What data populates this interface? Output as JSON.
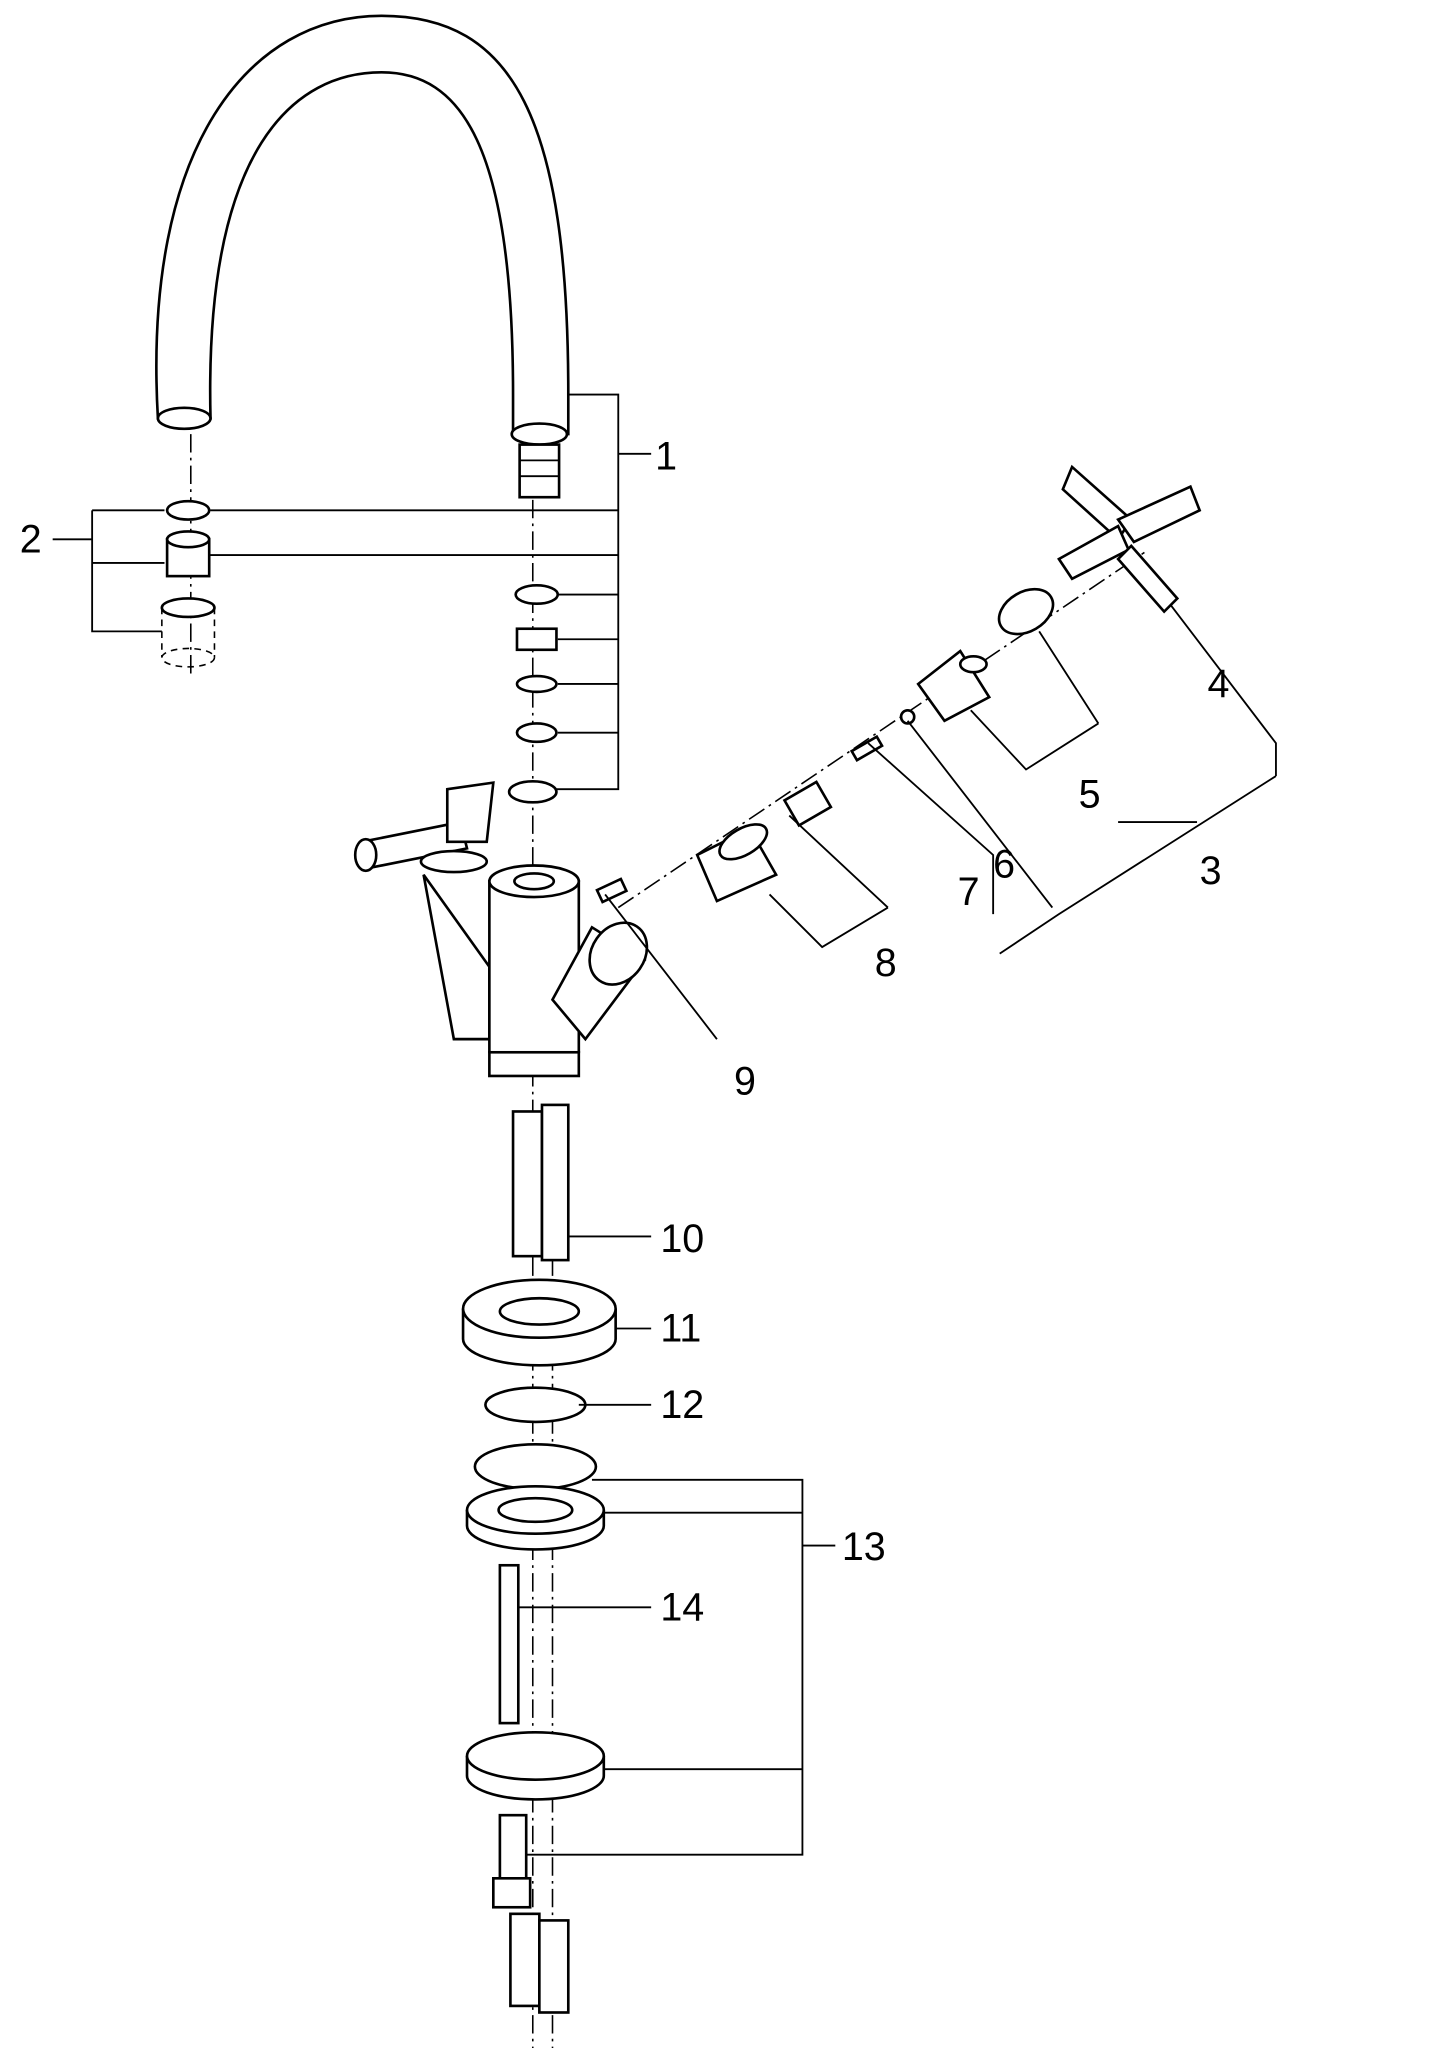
{
  "diagram": {
    "type": "exploded parts view",
    "labels": [
      "1",
      "2",
      "3",
      "4",
      "5",
      "6",
      "7",
      "8",
      "9",
      "10",
      "11",
      "12",
      "13",
      "14"
    ]
  }
}
